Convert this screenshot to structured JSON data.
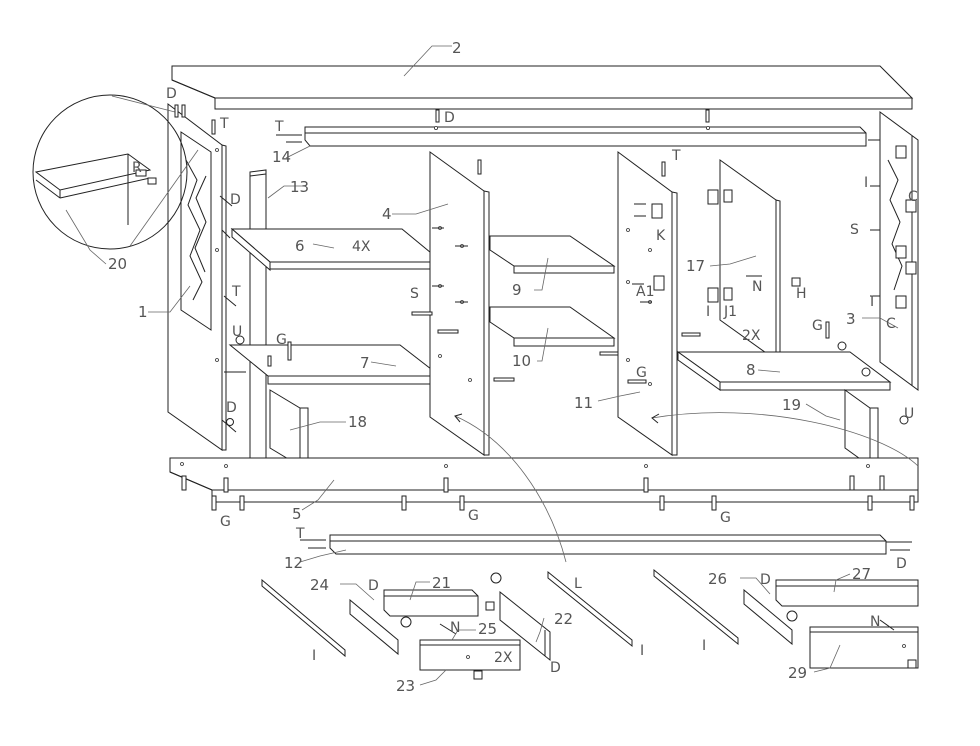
{
  "diagram": {
    "part_labels": {
      "p1": "1",
      "p2": "2",
      "p3": "3",
      "p4": "4",
      "p5": "5",
      "p6": "6",
      "p7": "7",
      "p8": "8",
      "p9": "9",
      "p10": "10",
      "p11": "11",
      "p12": "12",
      "p13": "13",
      "p14": "14",
      "p17": "17",
      "p18": "18",
      "p19": "19",
      "p20": "20",
      "p21": "21",
      "p22": "22",
      "p23": "23",
      "p24": "24",
      "p25": "25",
      "p26": "26",
      "p27": "27",
      "p29": "29"
    },
    "hardware_labels": {
      "D": "D",
      "T": "T",
      "R": "R",
      "S": "S",
      "U": "U",
      "G": "G",
      "K": "K",
      "A1": "A1",
      "N": "N",
      "H": "H",
      "I": "I",
      "J1": "J1",
      "C": "C",
      "L": "L"
    },
    "quantity_labels": {
      "x4": "4X",
      "x2": "2X"
    }
  }
}
